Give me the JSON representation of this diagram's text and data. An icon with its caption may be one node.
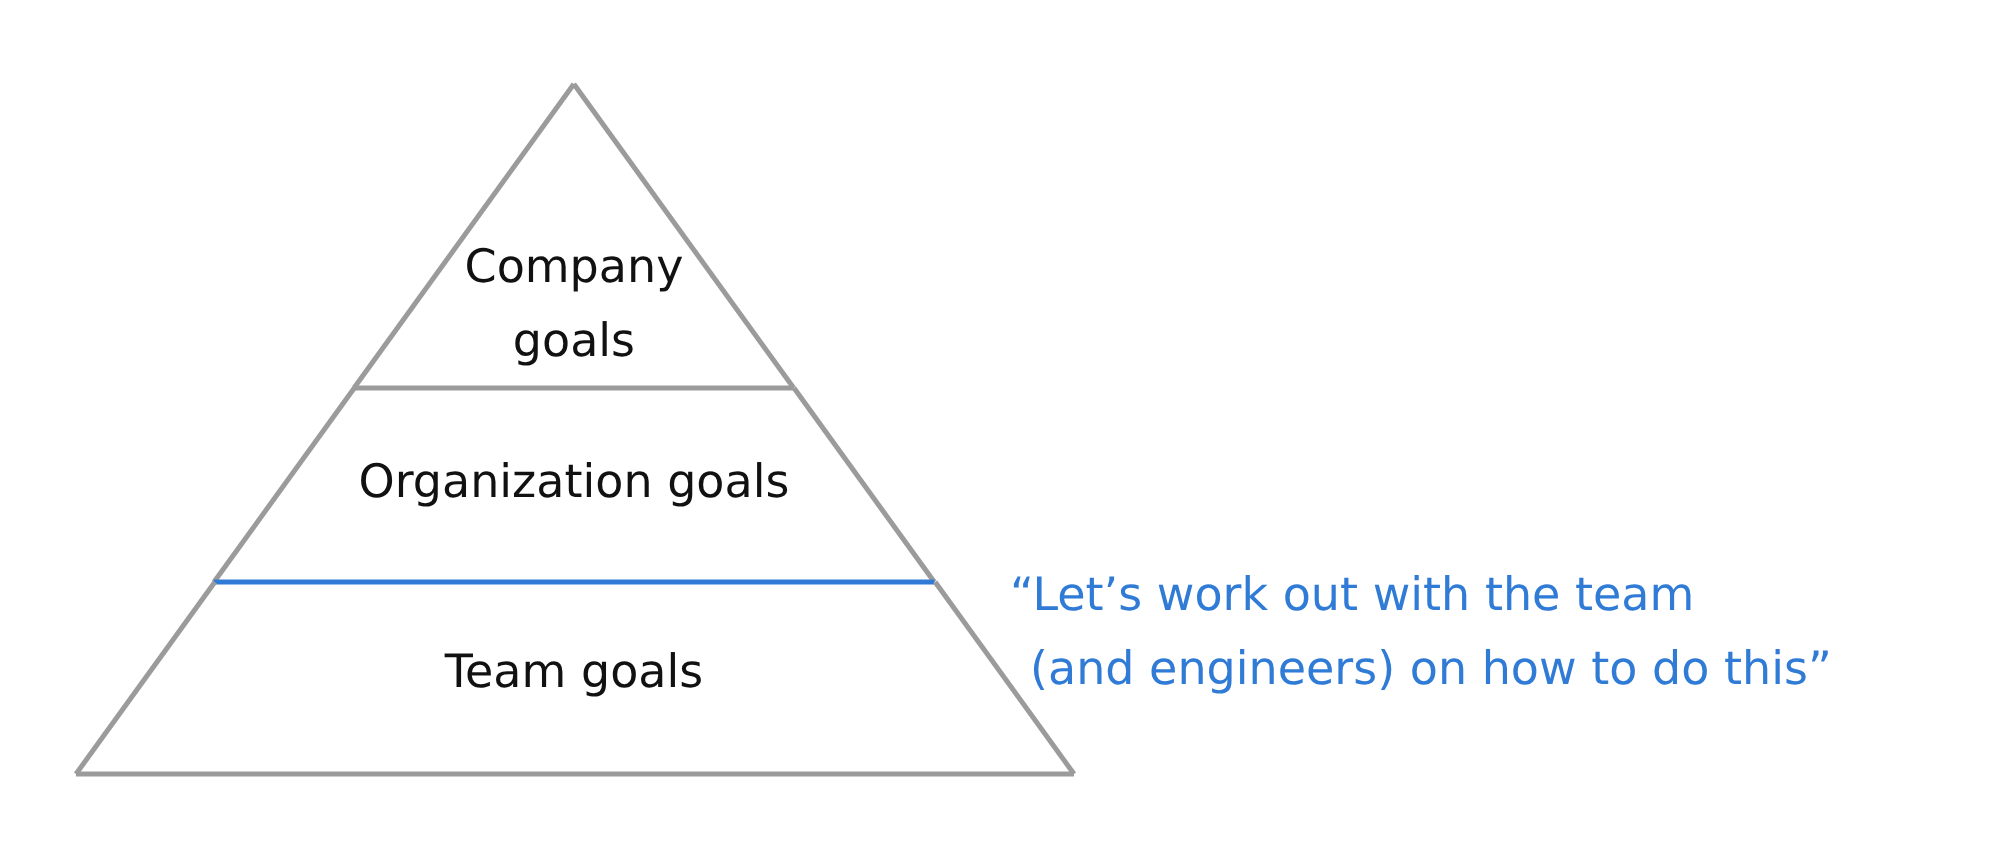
{
  "diagram": {
    "nodes": [
      {
        "text": [
          "Company goals"
        ]
      },
      {
        "text": [
          "Organization goals"
        ]
      },
      {
        "text": [
          "Team goals"
        ]
      }
    ],
    "labels": [
      "“Let’s work out with the team (and engineers) on how to do this”"
    ]
  }
}
